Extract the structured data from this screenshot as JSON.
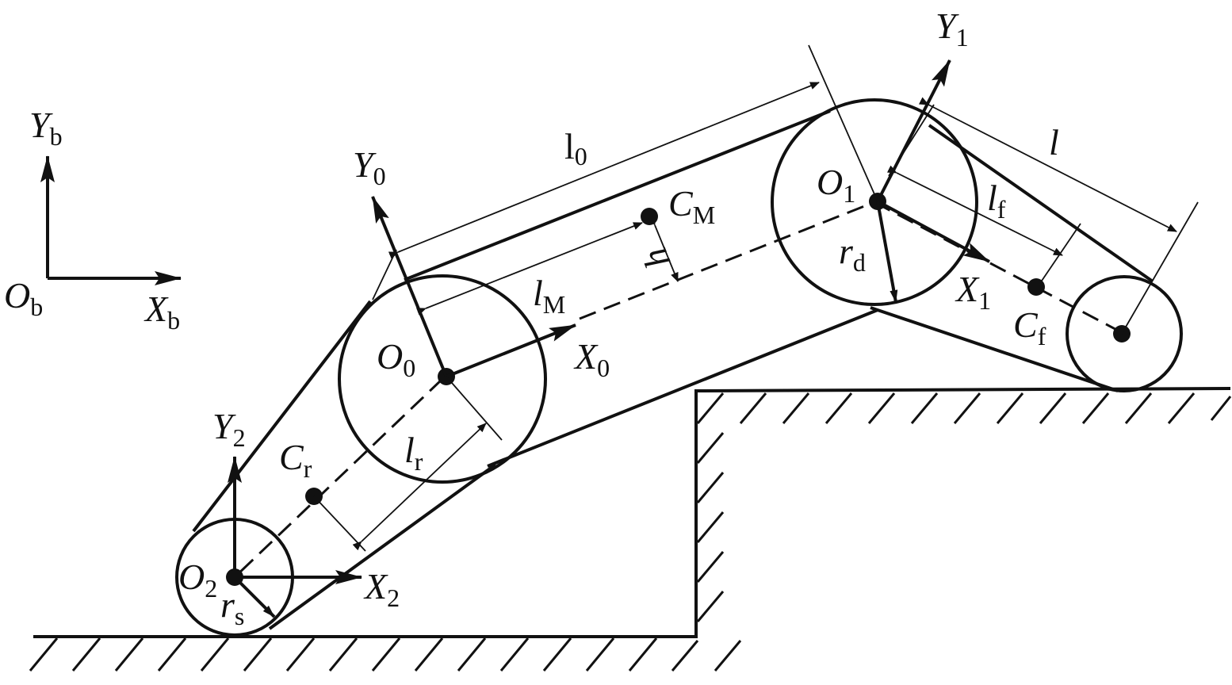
{
  "figure": {
    "base_frame": {
      "y": "Y",
      "y_sub": "b",
      "origin": "O",
      "origin_sub": "b",
      "x": "X",
      "x_sub": "b"
    },
    "frame0": {
      "origin": "O",
      "origin_sub": "0",
      "y": "Y",
      "y_sub": "0",
      "x": "X",
      "x_sub": "0"
    },
    "frame1": {
      "origin": "O",
      "origin_sub": "1",
      "y": "Y",
      "y_sub": "1",
      "x": "X",
      "x_sub": "1"
    },
    "frame2": {
      "origin": "O",
      "origin_sub": "2",
      "y": "Y",
      "y_sub": "2",
      "x": "X",
      "x_sub": "2"
    },
    "dimensions": {
      "l0": {
        "main": "l",
        "sub": "0"
      },
      "l": {
        "main": "l"
      },
      "lf": {
        "main": "l",
        "sub": "f"
      },
      "lM": {
        "main": "l",
        "sub": "M"
      },
      "lr": {
        "main": "l",
        "sub": "r"
      },
      "h": {
        "main": "h"
      },
      "rd": {
        "main": "r",
        "sub": "d"
      },
      "rs": {
        "main": "r",
        "sub": "s"
      }
    },
    "mass_centers": {
      "CM": {
        "main": "C",
        "sub": "M"
      },
      "Cr": {
        "main": "C",
        "sub": "r"
      },
      "Cf": {
        "main": "C",
        "sub": "f"
      }
    }
  }
}
